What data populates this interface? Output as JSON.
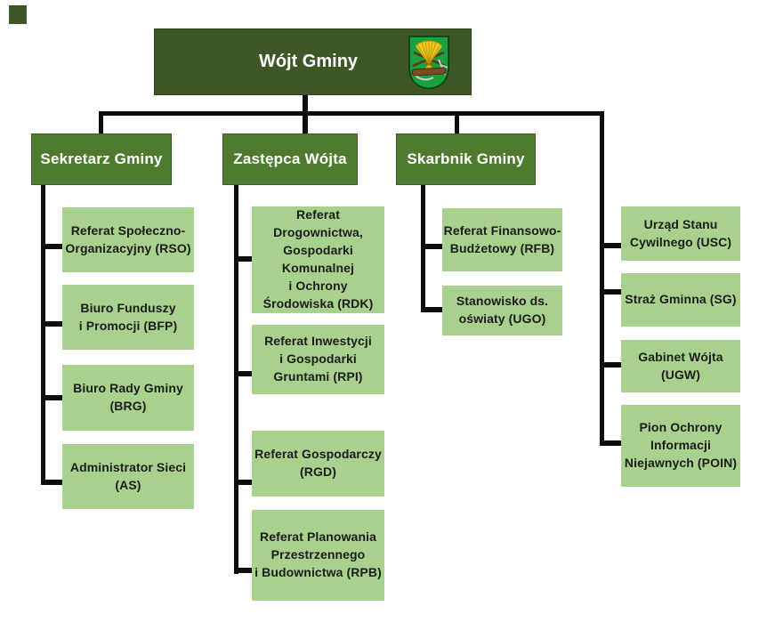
{
  "org": {
    "root": {
      "label": "Wójt Gminy",
      "crest_icon": "herb-gminy-coat-of-arms"
    },
    "level2": [
      {
        "label": "Sekretarz Gminy"
      },
      {
        "label": "Zastępca Wójta"
      },
      {
        "label": "Skarbnik Gminy"
      }
    ],
    "sekretarz_units": [
      {
        "label": "Referat Społeczno-\nOrganizacyjny (RSO)"
      },
      {
        "label": "Biuro Funduszy\ni Promocji (BFP)"
      },
      {
        "label": "Biuro Rady Gminy\n(BRG)"
      },
      {
        "label": "Administrator Sieci\n(AS)"
      }
    ],
    "zastepca_units": [
      {
        "label": "Referat\nDrogownictwa,\nGospodarki\nKomunalnej\ni Ochrony\nŚrodowiska (RDK)"
      },
      {
        "label": "Referat Inwestycji\ni Gospodarki\nGruntami (RPI)"
      },
      {
        "label": "Referat Gospodarczy\n(RGD)"
      },
      {
        "label": "Referat Planowania\nPrzestrzennego\ni Budownictwa (RPB)"
      }
    ],
    "skarbnik_units": [
      {
        "label": "Referat Finansowo-\nBudżetowy (RFB)"
      },
      {
        "label": "Stanowisko ds.\noświaty (UGO)"
      }
    ],
    "direct_units": [
      {
        "label": "Urząd Stanu\nCywilnego (USC)"
      },
      {
        "label": "Straż Gminna (SG)"
      },
      {
        "label": "Gabinet Wójta\n(UGW)"
      },
      {
        "label": "Pion Ochrony\nInformacji\nNiejawnych (POIN)"
      }
    ]
  },
  "colors": {
    "root_box": "#3D5826",
    "level2_box": "#4F7B30",
    "unit_box": "#A9D18E",
    "connector": "#0E0E0E",
    "crest_shield_green": "#18A13C",
    "crest_gold": "#EFC71E",
    "crest_brown": "#7A4A22"
  }
}
